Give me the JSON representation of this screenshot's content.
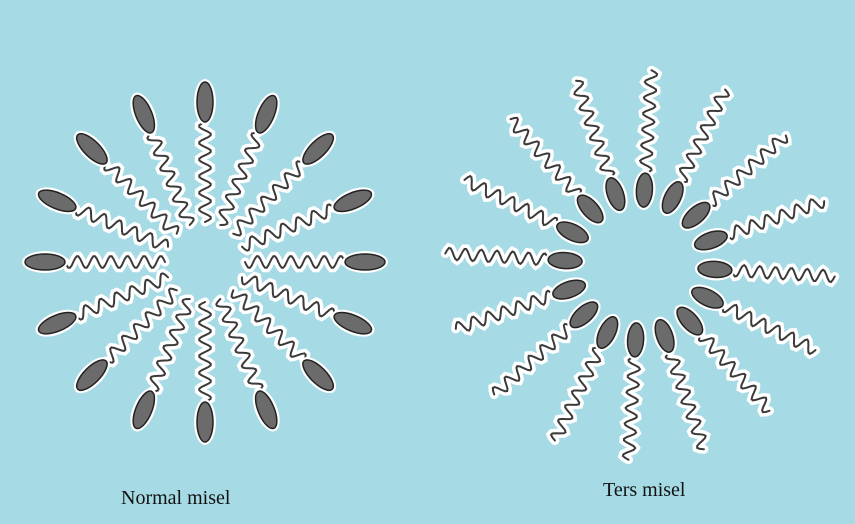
{
  "colors": {
    "background": "#a6dbe6",
    "halo": "#ffffff",
    "tail": "#3a3a3a",
    "head_fill": "#6b6b6b",
    "head_edge": "#222222"
  },
  "diagrams": [
    {
      "id": "normal-micelle",
      "caption": "Normal misel",
      "orientation": "heads-outward",
      "molecule_count": 16
    },
    {
      "id": "reverse-micelle",
      "caption": "Ters misel",
      "orientation": "heads-inward",
      "molecule_count": 16
    }
  ]
}
